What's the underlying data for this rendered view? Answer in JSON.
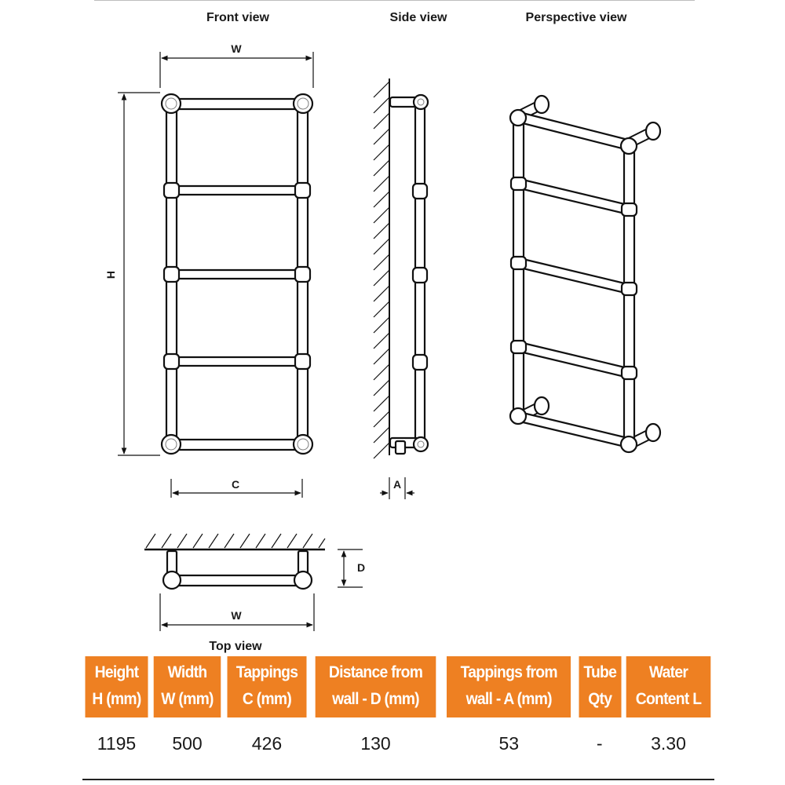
{
  "views": {
    "front": "Front view",
    "side": "Side view",
    "perspective": "Perspective view",
    "top": "Top view"
  },
  "dimensions": {
    "w": "W",
    "h": "H",
    "c": "C",
    "a": "A",
    "d": "D",
    "w_top": "W"
  },
  "table": {
    "headers": [
      {
        "line1": "Height",
        "line2": "H (mm)"
      },
      {
        "line1": "Width",
        "line2": "W (mm)"
      },
      {
        "line1": "Tappings",
        "line2": "C (mm)"
      },
      {
        "line1": "Distance from",
        "line2": "wall - D (mm)"
      },
      {
        "line1": "Tappings from",
        "line2": "wall - A (mm)"
      },
      {
        "line1": "Tube",
        "line2": "Qty"
      },
      {
        "line1": "Water",
        "line2": "Content L"
      }
    ],
    "row": [
      "1195",
      "500",
      "426",
      "130",
      "53",
      "-",
      "3.30"
    ]
  },
  "colors": {
    "header_bg": "#ee8022",
    "header_text": "#ffffff"
  }
}
